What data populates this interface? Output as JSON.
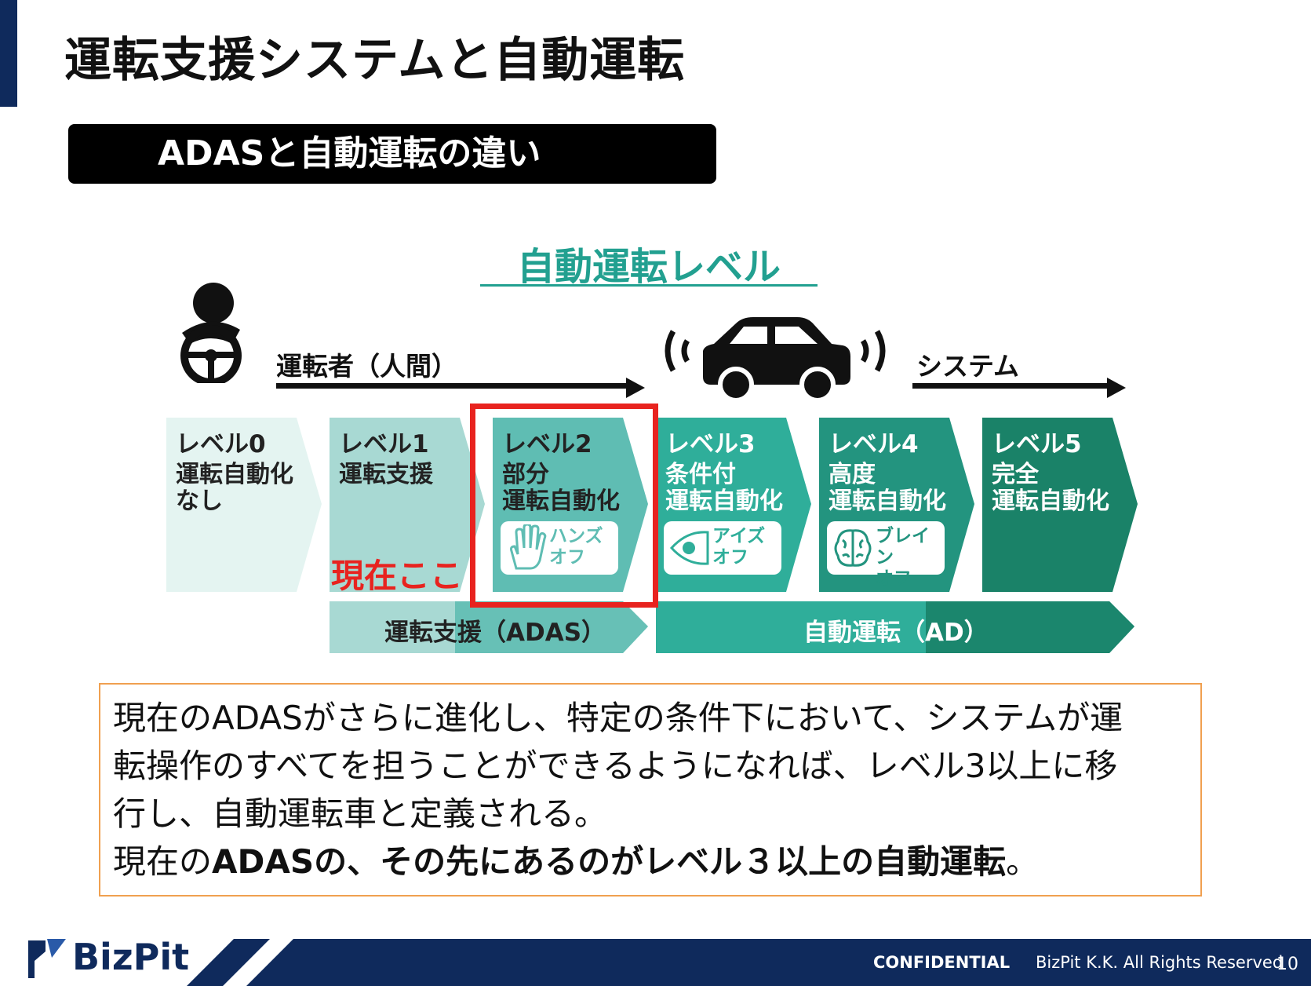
{
  "title": "運転支援システムと自動運転",
  "subtitle": "ADASと自動運転の違い",
  "diagram": {
    "heading": "自動運転レベル",
    "driver_label": "運転者（人間）",
    "system_label": "システム",
    "levels": [
      {
        "title": "レベル0",
        "desc1": "運転自動化",
        "desc2": "なし"
      },
      {
        "title": "レベル1",
        "desc1": "運転支援",
        "desc2": ""
      },
      {
        "title": "レベル2",
        "desc1": "部分",
        "desc2": "運転自動化",
        "badge1": "ハンズ",
        "badge2": "オフ"
      },
      {
        "title": "レベル3",
        "desc1": "条件付",
        "desc2": "運転自動化",
        "badge1": "アイズ",
        "badge2": "オフ"
      },
      {
        "title": "レベル4",
        "desc1": "高度",
        "desc2": "運転自動化",
        "badge1": "ブレイン",
        "badge2": "オフ"
      },
      {
        "title": "レベル5",
        "desc1": "完全",
        "desc2": "運転自動化"
      }
    ],
    "current_label": "現在ここ",
    "adas_band": "運転支援（ADAS）",
    "ad_band": "自動運転（AD）"
  },
  "body": {
    "line1": "現在のADASがさらに進化し、特定の条件下において、システムが運",
    "line2": "転操作のすべてを担うことができるようになれば、レベル3以上に移",
    "line3": "行し、自動運転車と定義される。",
    "line4_prefix": "現在の",
    "line4_bold": "ADASの、その先にあるのがレベル３以上の自動運転",
    "line4_suffix": "。"
  },
  "footer": {
    "logo": "BizPit",
    "confidential": "CONFIDENTIAL",
    "rights": "BizPit K.K. All Rights Reserved",
    "page": "10"
  },
  "colors": {
    "navy": "#0f2a5c",
    "teal_title": "#22a090",
    "highlight_red": "#e8231f",
    "box_border": "#f0a050"
  }
}
